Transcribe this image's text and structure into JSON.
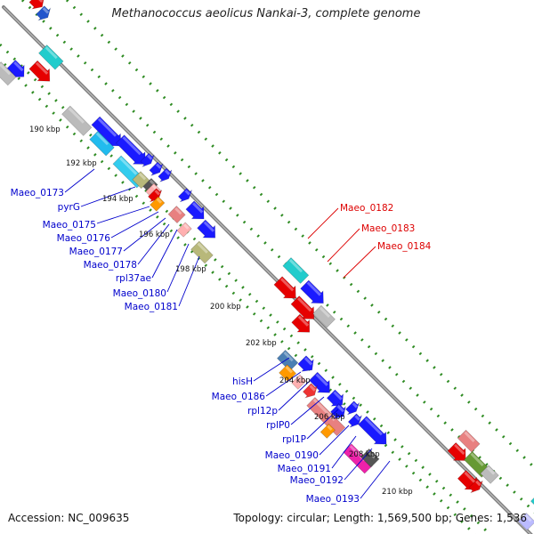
{
  "title": "Methanococcus aeolicus Nankai-3, complete genome",
  "footer": {
    "accession": "Accession: NC_009635",
    "topology": "Topology: circular; Length: 1,569,500 bp; Genes: 1,536"
  },
  "colors": {
    "backbone": "#808080",
    "ticks": "#2e8b22",
    "label_blue": "#0000cc",
    "label_red": "#dd0000"
  },
  "kbp_labels": [
    "190 kbp",
    "192 kbp",
    "194 kbp",
    "196 kbp",
    "198 kbp",
    "200 kbp",
    "202 kbp",
    "204 kbp",
    "206 kbp",
    "208 kbp",
    "210 kbp"
  ],
  "gene_labels_upper": [
    "Maeo_0173",
    "pyrG",
    "Maeo_0175",
    "Maeo_0176",
    "Maeo_0177",
    "Maeo_0178",
    "rpl37ae",
    "Maeo_0180",
    "Maeo_0181"
  ],
  "gene_labels_red": [
    "Maeo_0182",
    "Maeo_0183",
    "Maeo_0184"
  ],
  "gene_labels_lower": [
    "hisH",
    "Maeo_0186",
    "rpl12p",
    "rplP0",
    "rpl1P",
    "Maeo_0190",
    "Maeo_0191",
    "Maeo_0192",
    "Maeo_0193"
  ]
}
